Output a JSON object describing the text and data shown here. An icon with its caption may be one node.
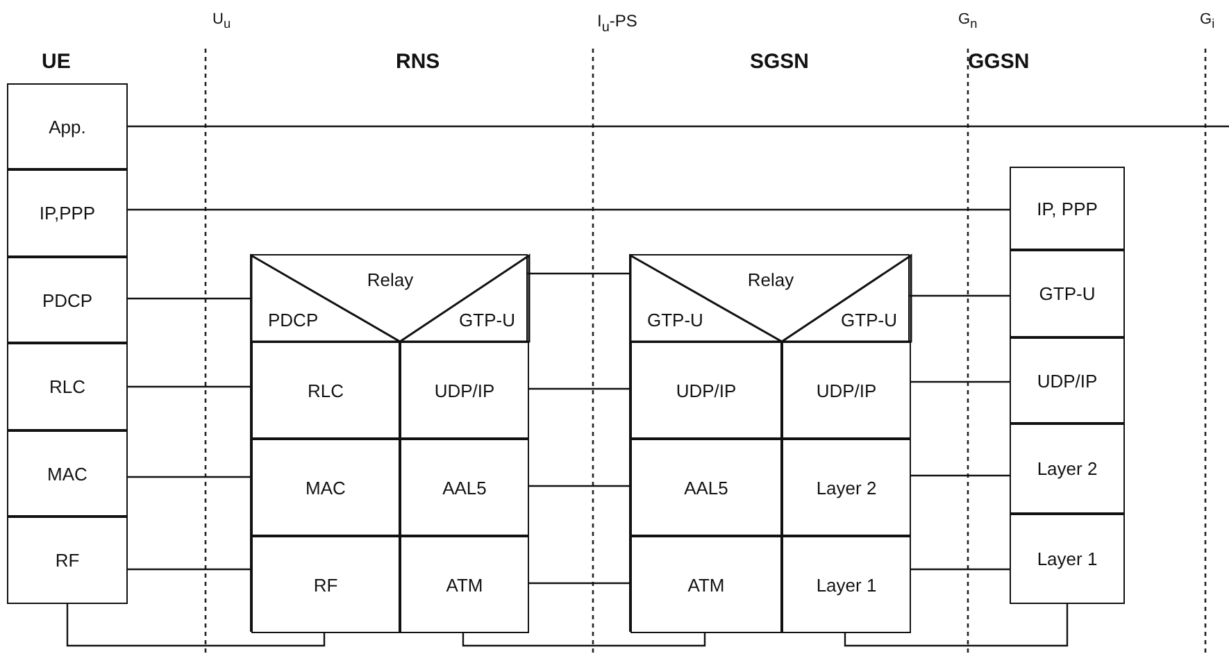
{
  "diagram": {
    "nodes": [
      {
        "text": [
          "App."
        ]
      },
      {
        "text": [
          "IP,PPP"
        ]
      },
      {
        "text": [
          "PDCP"
        ]
      },
      {
        "text": [
          "RLC"
        ]
      },
      {
        "text": [
          "MAC"
        ]
      },
      {
        "text": [
          "RF"
        ]
      },
      {
        "text": [],
        "shape": "box"
      },
      {
        "text": [
          "Relay"
        ],
        "in": 6
      },
      {
        "text": [
          "PDCP"
        ],
        "in": 6
      },
      {
        "text": [
          "GTP-U"
        ],
        "in": 6
      },
      {
        "text": [
          "RLC"
        ],
        "in": 6
      },
      {
        "text": [
          "UDP/IP"
        ],
        "in": 6
      },
      {
        "text": [
          "MAC"
        ],
        "in": 6
      },
      {
        "text": [
          "AAL5"
        ],
        "in": 6
      },
      {
        "text": [
          "RF"
        ],
        "in": 6
      },
      {
        "text": [
          "ATM"
        ],
        "in": 6
      },
      {
        "text": [],
        "shape": "box"
      },
      {
        "text": [
          "Relay"
        ],
        "in": 16
      },
      {
        "text": [
          "GTP-U"
        ],
        "in": 16
      },
      {
        "text": [
          "GTP-U"
        ],
        "in": 16
      },
      {
        "text": [
          "UDP/IP"
        ],
        "in": 16
      },
      {
        "text": [
          "UDP/IP"
        ],
        "in": 16
      },
      {
        "text": [
          "AAL5"
        ],
        "in": 16
      },
      {
        "text": [
          "Layer 2"
        ],
        "in": 16
      },
      {
        "text": [
          "ATM"
        ],
        "in": 16
      },
      {
        "text": [
          "Layer 1"
        ],
        "in": 16
      },
      {
        "text": [
          "IP, PPP"
        ]
      },
      {
        "text": [
          "GTP-U"
        ]
      },
      {
        "text": [
          "UDP/IP"
        ]
      },
      {
        "text": [
          "Layer 2"
        ]
      },
      {
        "text": [
          "Layer 1"
        ]
      }
    ],
    "edges": [
      {
        "from": 0,
        "to": null,
        "arrow": "none"
      },
      {
        "from": 1,
        "to": 26,
        "arrow": "none"
      },
      {
        "from": 2,
        "to": 8,
        "arrow": "none"
      },
      {
        "from": 3,
        "to": 10,
        "arrow": "none"
      },
      {
        "from": 4,
        "to": 12,
        "arrow": "none"
      },
      {
        "from": 5,
        "to": 14,
        "arrow": "none"
      },
      {
        "from": 9,
        "to": 18,
        "arrow": "none"
      },
      {
        "from": 11,
        "to": 20,
        "arrow": "none"
      },
      {
        "from": 13,
        "to": 22,
        "arrow": "none"
      },
      {
        "from": 15,
        "to": 24,
        "arrow": "none"
      },
      {
        "from": 19,
        "to": 27,
        "arrow": "none"
      },
      {
        "from": 21,
        "to": 28,
        "arrow": "none"
      },
      {
        "from": 23,
        "to": 29,
        "arrow": "none"
      },
      {
        "from": 25,
        "to": 30,
        "arrow": "none"
      },
      {
        "from": 5,
        "to": 14,
        "arrow": "none"
      },
      {
        "from": 15,
        "to": 24,
        "arrow": "none"
      },
      {
        "from": 25,
        "to": 30,
        "arrow": "none"
      }
    ],
    "labels": [
      "U$_{u}$",
      "I$_{u}$-PS",
      "G$_{n}$",
      "G$_{i}$",
      "UE",
      "RNS",
      "SGSN",
      "GGSN"
    ]
  }
}
